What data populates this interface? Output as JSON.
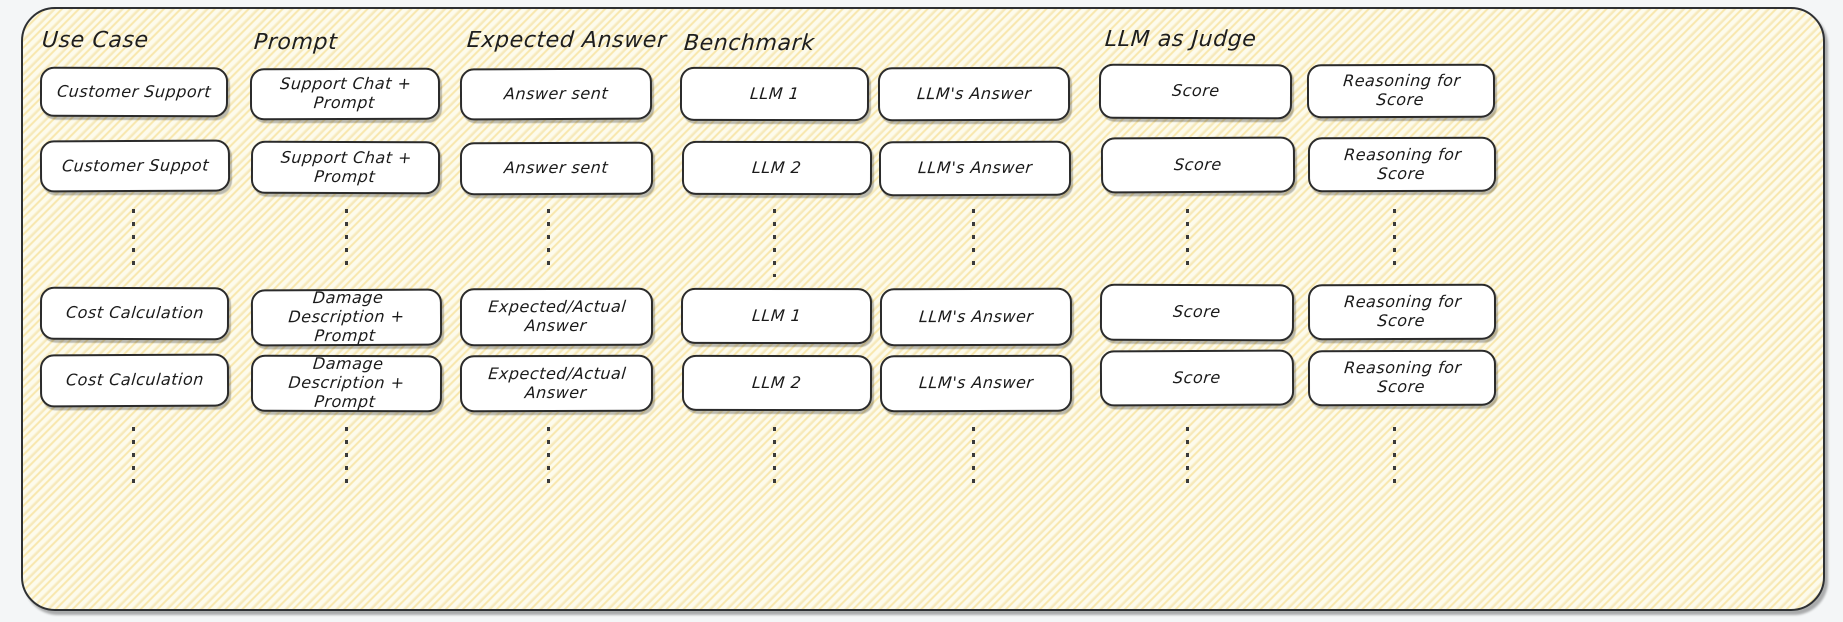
{
  "diagram": {
    "title": "LLM as Judge benchmark matrix",
    "panel": {
      "background_color": "#fdfbec",
      "hatch_color": "#f4d678",
      "border_color": "#2e3033"
    },
    "node_style": {
      "fill": "#ffffff",
      "stroke": "#2b2b2b"
    },
    "columns": [
      {
        "id": "use-case",
        "label": "Use Case"
      },
      {
        "id": "prompt",
        "label": "Prompt"
      },
      {
        "id": "expected-answer",
        "label": "Expected Answer"
      },
      {
        "id": "benchmark",
        "label": "Benchmark"
      },
      {
        "id": "llm-answer",
        "label": ""
      },
      {
        "id": "llm-as-judge",
        "label": "LLM as Judge"
      },
      {
        "id": "reasoning",
        "label": ""
      }
    ],
    "nodes": {
      "r1c1": "Customer Support",
      "r1c2": "Support Chat + Prompt",
      "r1c3": "Answer sent",
      "r1c4": "LLM 1",
      "r1c5": "LLM's Answer",
      "r1c6": "Score",
      "r1c7": "Reasoning for Score",
      "r2c1": "Customer Suppot",
      "r2c2": "Support Chat + Prompt",
      "r2c3": "Answer sent",
      "r2c4": "LLM 2",
      "r2c5": "LLM's Answer",
      "r2c6": "Score",
      "r2c7": "Reasoning for Score",
      "r3c1": "Cost Calculation",
      "r3c2": "Damage Description +\nPrompt",
      "r3c3": "Expected/Actual Answer",
      "r3c4": "LLM 1",
      "r3c5": "LLM's Answer",
      "r3c6": "Score",
      "r3c7": "Reasoning for Score",
      "r4c1": "Cost Calculation",
      "r4c2": "Damage Description +\nPrompt",
      "r4c3": "Expected/Actual Answer",
      "r4c4": "LLM 2",
      "r4c5": "LLM's Answer",
      "r4c6": "Score",
      "r4c7": "Reasoning for Score"
    }
  }
}
